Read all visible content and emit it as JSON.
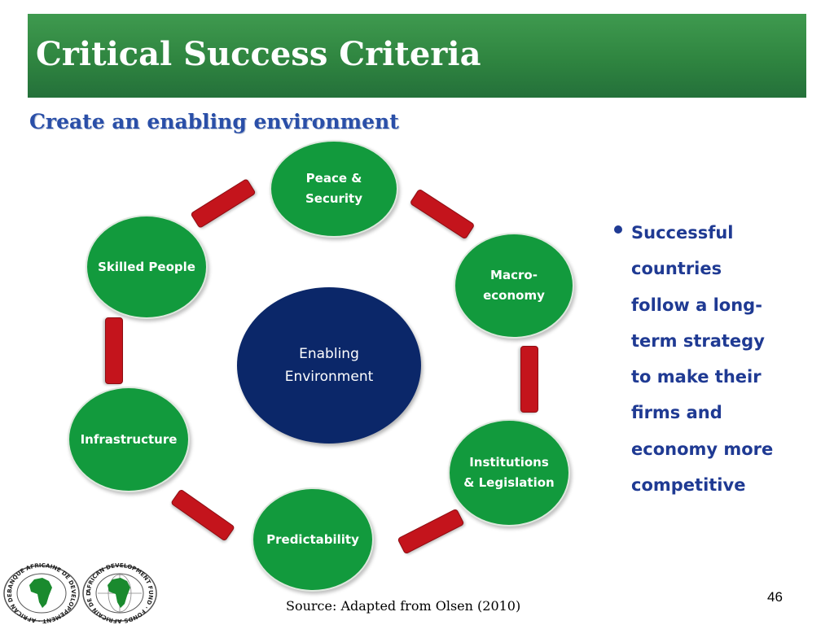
{
  "slide": {
    "title": "Critical Success Criteria",
    "subtitle": "Create an enabling environment",
    "page_number": "46",
    "source": "Source: Adapted from Olsen  (2010)"
  },
  "diagram": {
    "center": "Enabling\nEnvironment",
    "nodes": [
      {
        "id": "peace",
        "label": "Peace &\nSecurity"
      },
      {
        "id": "macro",
        "label": "Macro-\neconomy"
      },
      {
        "id": "institutions",
        "label": "Institutions\n& Legislation"
      },
      {
        "id": "predictability",
        "label": "Predictability"
      },
      {
        "id": "infrastructure",
        "label": "Infrastructure"
      },
      {
        "id": "skilled",
        "label": "Skilled People"
      }
    ]
  },
  "bullet": {
    "text": "Successful\ncountries\nfollow  a long-\nterm strategy\nto make their\nfirms and\neconomy more\ncompetitive"
  },
  "logos": {
    "left_ring_text": "BANQUE AFRICAINE DE DEVELOPPEMENT · AFRICAN DEVELOPMENT BANK ·",
    "right_ring_text": "AFRICAN DEVELOPMENT FUND · FONDS AFRICAIN DE DEVELOPPEMENT ·"
  },
  "colors": {
    "title_bar": "#2f8540",
    "node_green": "#129a3d",
    "center_navy": "#0b2769",
    "connector_red": "#c4141c",
    "subtitle_blue": "#2a4fa8",
    "bullet_blue": "#1f3a93"
  }
}
